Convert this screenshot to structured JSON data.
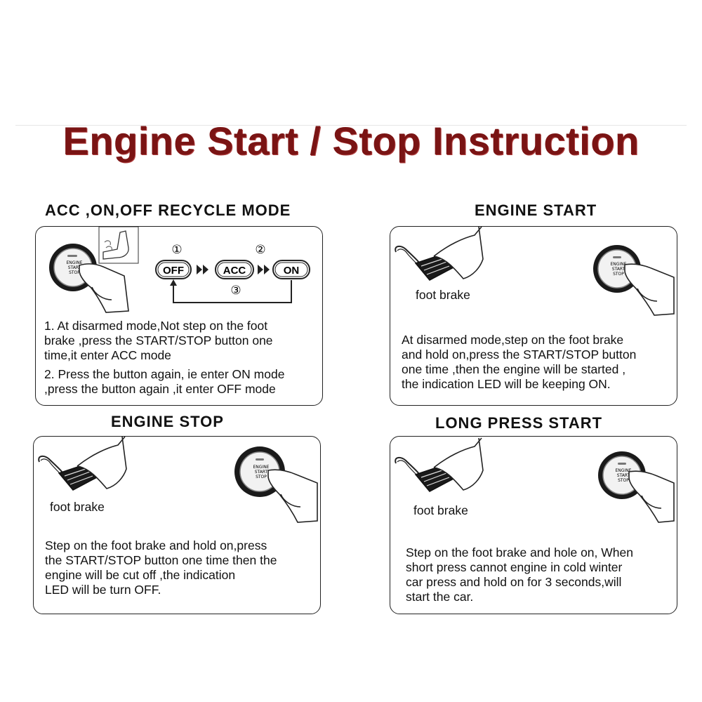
{
  "title": "Engine Start / Stop Instruction",
  "colors": {
    "title": "#7a1414",
    "border": "#222222",
    "text": "#111111"
  },
  "button": {
    "line1": "ENGINE",
    "line2": "START",
    "line3": "STOP"
  },
  "sections": {
    "acc": {
      "heading": "ACC ,ON,OFF RECYCLE MODE",
      "modes": [
        "OFF",
        "ACC",
        "ON"
      ],
      "steps": [
        "①",
        "②",
        "③"
      ],
      "lines1": [
        "1. At disarmed mode,Not step on the foot",
        "brake ,press the START/STOP button one",
        " time,it enter ACC mode"
      ],
      "lines2": [
        "2. Press the button again, ie enter ON mode",
        ",press the button again ,it enter OFF mode"
      ]
    },
    "start": {
      "heading": "ENGINE START",
      "brake_label": "foot brake",
      "lines": [
        " At disarmed mode,step on the foot brake",
        "and hold on,press the START/STOP button",
        "one time ,then the engine will be started ,",
        " the indication LED will be keeping ON."
      ]
    },
    "stop": {
      "heading": "ENGINE STOP",
      "brake_label": "foot brake",
      "lines": [
        "  Step on the foot brake and hold on,press",
        "the START/STOP button one time then the",
        " engine will be cut off  ,the indication",
        " LED will be turn OFF."
      ]
    },
    "long": {
      "heading": "LONG PRESS START",
      "brake_label": "foot brake",
      "lines": [
        "Step on the foot brake and hole on, When",
        "short press cannot engine in cold winter",
        "car press and hold on for 3 seconds,will",
        "start the car."
      ]
    }
  }
}
